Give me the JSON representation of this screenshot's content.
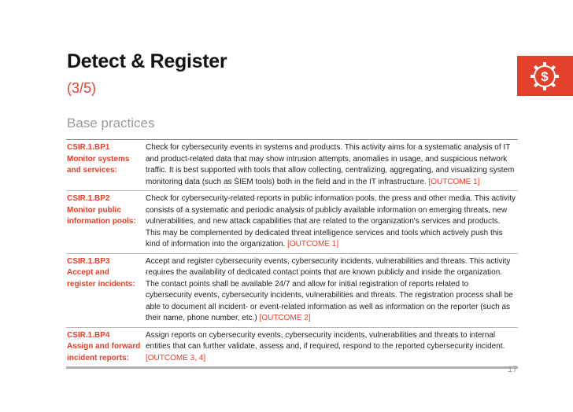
{
  "title": "Detect & Register",
  "subtitle": "(3/5)",
  "section": "Base practices",
  "page_number": "17",
  "accent": "#e4402c",
  "logo_icon": "gear-dollar-icon",
  "rows": [
    {
      "id": "CSIR.1.BP1",
      "name_l1": "Monitor systems",
      "name_l2": "and services:",
      "text": "Check for cybersecurity events in systems and products. This activity aims for a systematic analysis of IT and product-related data that may show intrusion attempts, anomalies in usage, and suspicious network traffic. It is best supported with tools that allow collecting, centralizing, aggregating, and visualizing system monitoring data (such as SIEM tools) both in the field and in the IT infrastructure.",
      "outcome": "[OUTCOME 1]"
    },
    {
      "id": "CSIR.1.BP2",
      "name_l1": "Monitor public",
      "name_l2": "information pools:",
      "text": "Check for cybersecurity-related reports in public information pools, the press and other media. This activity consists of a systematic and periodic analysis of publicly available information on emerging threats, new vulnerabilities, and new attack capabilities that are related to the organization's services and products. This may be complemented by dedicated threat intelligence services and tools which actively push this kind of information into the organization.",
      "outcome": "[OUTCOME 1]"
    },
    {
      "id": "CSIR.1.BP3",
      "name_l1": "Accept and",
      "name_l2": "register incidents:",
      "text": "Accept and register cybersecurity events, cybersecurity incidents, vulnerabilities and threats. This activity requires the availability of dedicated contact points that are known publicly and inside the organization. The contact points shall be available 24/7 and allow for initial registration of reports related to cybersecurity events, cybersecurity incidents, vulnerabilities and threats. The registration process shall be able to document all incident- or event-related information as well as information on the reporter (such as their name, phone number, etc.)",
      "outcome": "[OUTCOME 2]"
    },
    {
      "id": "CSIR.1.BP4",
      "name_l1": "Assign and forward",
      "name_l2": "incident reports:",
      "text": "Assign reports on cybersecurity events, cybersecurity incidents, vulnerabilities and threats to internal entities that can further validate, assess and, if required, respond to the reported cybersecurity incident.",
      "outcome": "[OUTCOME 3, 4]"
    }
  ]
}
